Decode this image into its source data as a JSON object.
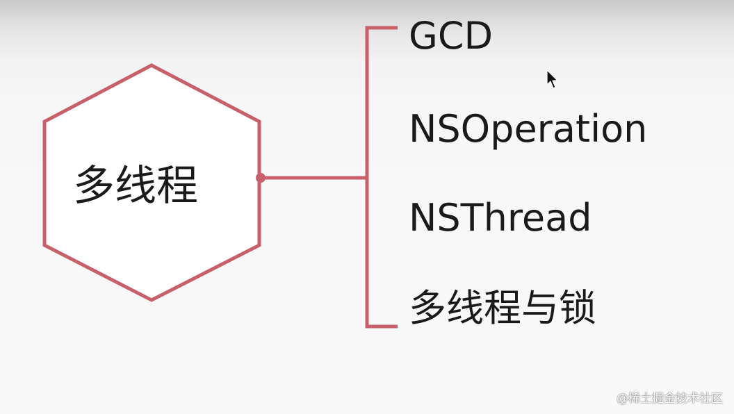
{
  "diagram": {
    "hub": {
      "label": "多线程"
    },
    "branches": [
      {
        "label": "GCD"
      },
      {
        "label": "NSOperation"
      },
      {
        "label": "NSThread"
      },
      {
        "label": "多线程与锁"
      }
    ],
    "colors": {
      "stroke": "#c8606c",
      "text": "#1a1a1a",
      "background": "#f7f7f7"
    }
  },
  "watermark": {
    "text": "@稀土掘金技术社区"
  },
  "icons": {
    "cursor": "mouse-pointer-icon"
  }
}
